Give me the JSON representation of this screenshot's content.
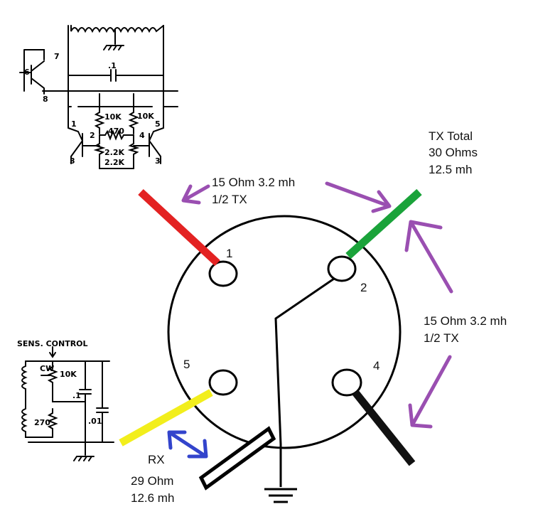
{
  "pins": {
    "p1": "1",
    "p2": "2",
    "p4": "4",
    "p5": "5"
  },
  "labels": {
    "tx_total": [
      "TX Total",
      "30 Ohms",
      "12.5 mh"
    ],
    "half_tx_top": [
      "15 Ohm 3.2 mh",
      "1/2 TX"
    ],
    "half_tx_right": [
      "15 Ohm 3.2 mh",
      "1/2 TX"
    ],
    "rx": [
      "RX",
      "29 Ohm",
      "12.6 mh"
    ]
  },
  "schematic_top": {
    "transistor_pins": [
      "6",
      "7",
      "8"
    ],
    "cap": ".1",
    "resistors": [
      "10K",
      "10K",
      "470",
      "2.2K",
      "2.2K"
    ],
    "nodes": [
      "1",
      "2",
      "3",
      "4",
      "5",
      "3"
    ]
  },
  "schematic_bottom": {
    "title": "SENS. CONTROL",
    "components": [
      "CW",
      "10K",
      ".1",
      ".01",
      "270"
    ]
  },
  "colors": {
    "pin1_wire": "#e32222",
    "pin2_wire": "#1aa33a",
    "pin5_wire": "#f2ee1c",
    "pin4_wire": "#111111",
    "arrows": "#9a4fb1",
    "rx_arrow": "#3344cc"
  }
}
